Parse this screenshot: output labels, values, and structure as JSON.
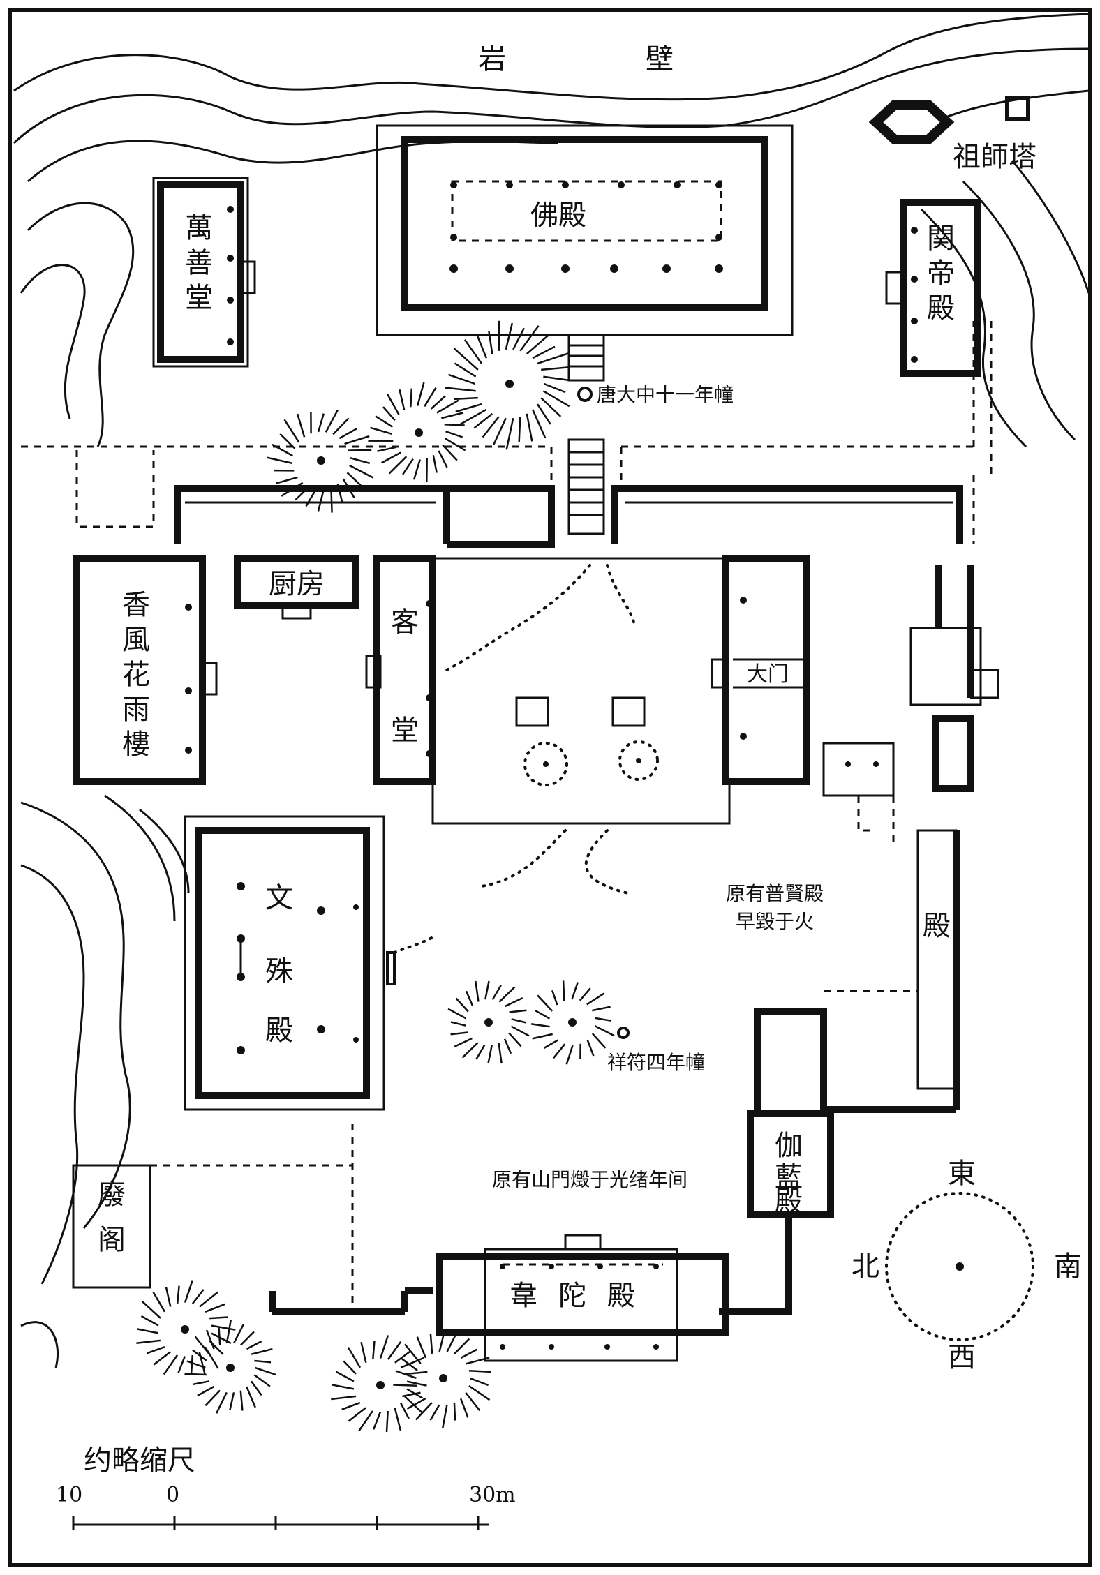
{
  "map": {
    "cliff": [
      "岩",
      "壁"
    ],
    "pagoda": "祖師塔",
    "halls": {
      "buddha_hall": "佛殿",
      "wanshan_hall": "萬善堂",
      "guandi_hall": "関帝殿",
      "fragrant_pavilion": "香風花雨樓",
      "kitchen": "厨房",
      "guest_hall_top": "客",
      "guest_hall_bottom": "堂",
      "main_gate": "大门",
      "manjusri_hall": "文殊殿",
      "east_hall": "殿",
      "ruined_pavilion": "廢閣",
      "sangharama_hall": "伽藍殿",
      "weituo_hall": "韋陀殿"
    },
    "notes": {
      "tang_pillar": "唐大中十一年幢",
      "puxian_note_1": "原有普賢殿",
      "puxian_note_2": "早毀于火",
      "xiangfu_pillar": "祥符四年幢",
      "mountain_gate_note": "原有山門燬于光绪年间"
    },
    "compass": {
      "east": "東",
      "south": "南",
      "west": "西",
      "north": "北"
    },
    "scale": {
      "title": "约略缩尺",
      "ticks": [
        "10",
        "0",
        "30m"
      ]
    }
  }
}
